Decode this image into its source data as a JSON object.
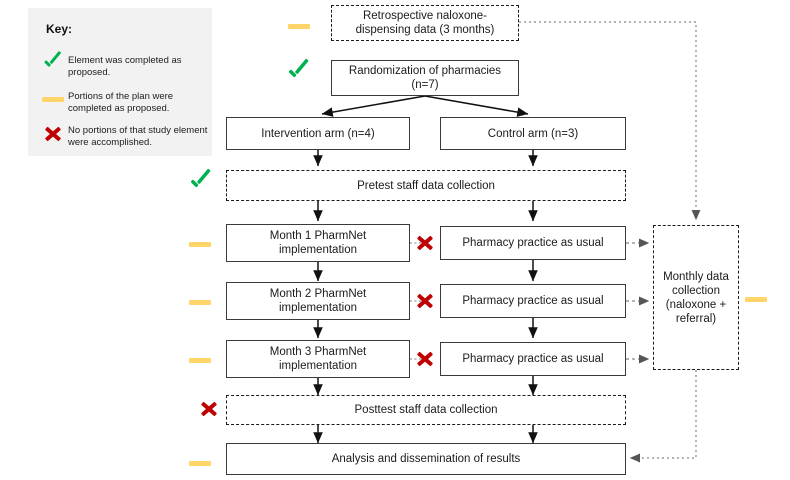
{
  "key": {
    "title": "Key:",
    "entries": [
      {
        "icon": "check-icon",
        "color": "#00B14F",
        "text": "Element was completed as proposed."
      },
      {
        "icon": "dash-icon",
        "color": "#FFD569",
        "text": "Portions of the plan were completed as proposed."
      },
      {
        "icon": "x-icon",
        "color": "#C00000",
        "text": "No portions of that study element were accomplished."
      }
    ]
  },
  "nodes": {
    "retrospective": "Retrospective naloxone-dispensing data (3 months)",
    "randomization": "Randomization of pharmacies (n=7)",
    "intervention_arm": "Intervention arm (n=4)",
    "control_arm": "Control arm (n=3)",
    "pretest": "Pretest staff data collection",
    "month1": "Month 1 PharmNet implementation",
    "month2": "Month 2 PharmNet implementation",
    "month3": "Month 3 PharmNet implementation",
    "usual1": "Pharmacy practice as usual",
    "usual2": "Pharmacy practice as usual",
    "usual3": "Pharmacy practice as usual",
    "monthly": "Monthly data collection (naloxone + referral)",
    "posttest": "Posttest staff data collection",
    "analysis": "Analysis and dissemination of results"
  },
  "status_markers": [
    {
      "for": "retrospective",
      "icon": "dash-icon"
    },
    {
      "for": "randomization",
      "icon": "check-icon"
    },
    {
      "for": "pretest",
      "icon": "check-icon"
    },
    {
      "for": "month1",
      "icon": "dash-icon"
    },
    {
      "for": "month2",
      "icon": "dash-icon"
    },
    {
      "for": "month3",
      "icon": "dash-icon"
    },
    {
      "for": "usual1",
      "icon": "x-icon"
    },
    {
      "for": "usual2",
      "icon": "x-icon"
    },
    {
      "for": "usual3",
      "icon": "x-icon"
    },
    {
      "for": "posttest",
      "icon": "x-icon"
    },
    {
      "for": "analysis",
      "icon": "dash-icon"
    },
    {
      "for": "monthly",
      "icon": "dash-icon"
    }
  ],
  "colors": {
    "check_green": "#00B14F",
    "dash_yellow": "#FFD569",
    "x_red": "#C00000",
    "box_border": "#3a3a3a",
    "key_background": "#F2F2F2",
    "dotted_line": "#9a9a9a"
  }
}
